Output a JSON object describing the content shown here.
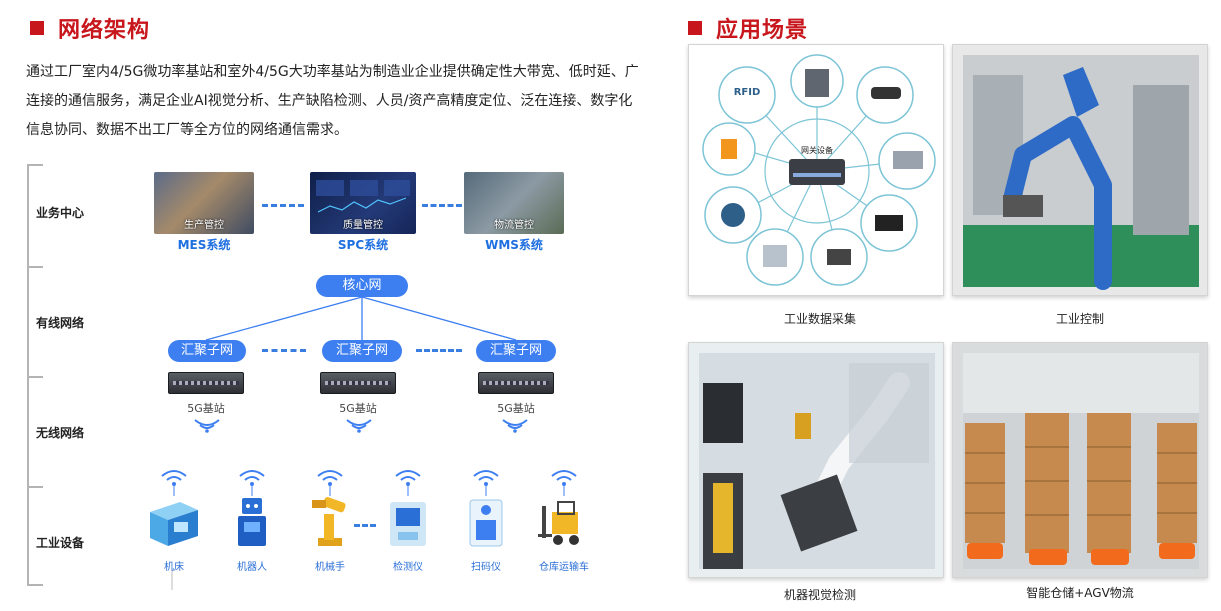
{
  "left_title": "网络架构",
  "right_title": "应用场景",
  "intro": "通过工厂室内4/5G微功率基站和室外4/5G大功率基站为制造业企业提供确定性大带宽、低时延、广连接的通信服务，满足企业AI视觉分析、生产缺陷检测、人员/资产高精度定位、泛在连接、数字化信息协同、数据不出工厂等全方位的网络通信需求。",
  "tiers": [
    "业务中心",
    "有线网络",
    "无线网络",
    "工业设备"
  ],
  "apps": [
    {
      "caption": "生产管控",
      "name": "MES系统"
    },
    {
      "caption": "质量管控",
      "name": "SPC系统"
    },
    {
      "caption": "物流管控",
      "name": "WMS系统"
    }
  ],
  "core": "核心网",
  "aggregations": [
    "汇聚子网",
    "汇聚子网",
    "汇聚子网"
  ],
  "base_stations": [
    "5G基站",
    "5G基站",
    "5G基站"
  ],
  "devices": [
    "机床",
    "机器人",
    "机械手",
    "检测仪",
    "扫码仪",
    "仓库运输车"
  ],
  "scenarios": {
    "iot_hub": "网关设备",
    "iot_rfid": "RFID",
    "captions": [
      "工业数据采集",
      "工业控制",
      "机器视觉检测",
      "智能仓储+AGV物流"
    ]
  },
  "colors": {
    "accent": "#c8161d",
    "blue": "#3d7ff0"
  }
}
